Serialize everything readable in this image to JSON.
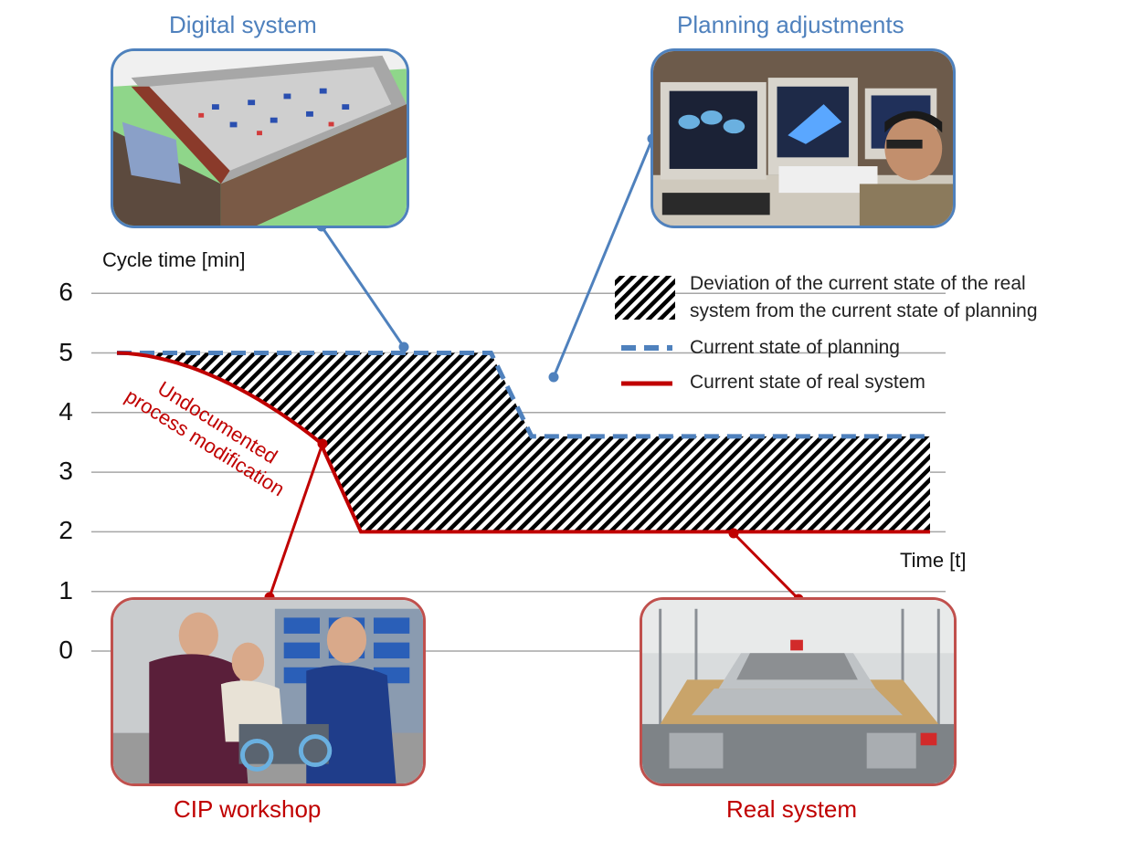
{
  "captions": {
    "digital_system": "Digital system",
    "planning_adjustments": "Planning adjustments",
    "cip_workshop": "CIP workshop",
    "real_system": "Real system"
  },
  "axis": {
    "y_label": "Cycle time [min]",
    "x_label": "Time [t]",
    "y_ticks": [
      "0",
      "1",
      "2",
      "3",
      "4",
      "5",
      "6"
    ]
  },
  "legend": {
    "deviation_line1": "Deviation of the current state of the real",
    "deviation_line2": "system from the current state of planning",
    "planning": "Current state of planning",
    "real": "Current state of real system"
  },
  "annotation": {
    "line1": "Undocumented",
    "line2": "process modification"
  },
  "chart_data": {
    "type": "line",
    "ylabel": "Cycle time [min]",
    "xlabel": "Time [t]",
    "ylim": [
      0,
      6
    ],
    "series": [
      {
        "name": "Current state of planning",
        "style": "dashed",
        "color": "#4f81bd",
        "points": [
          [
            0,
            5.0
          ],
          [
            0.46,
            5.0
          ],
          [
            0.51,
            3.6
          ],
          [
            1.0,
            3.6
          ]
        ]
      },
      {
        "name": "Current state of real system",
        "style": "solid",
        "color": "#c00000",
        "points": [
          [
            0,
            5.0
          ],
          [
            0.09,
            4.8
          ],
          [
            0.17,
            4.3
          ],
          [
            0.25,
            3.5
          ],
          [
            0.3,
            2.0
          ],
          [
            1.0,
            2.0
          ]
        ]
      }
    ]
  },
  "colors": {
    "planning": "#4f81bd",
    "real": "#c00000",
    "frame_blue": "#4f81bd",
    "frame_red": "#c0504d"
  }
}
